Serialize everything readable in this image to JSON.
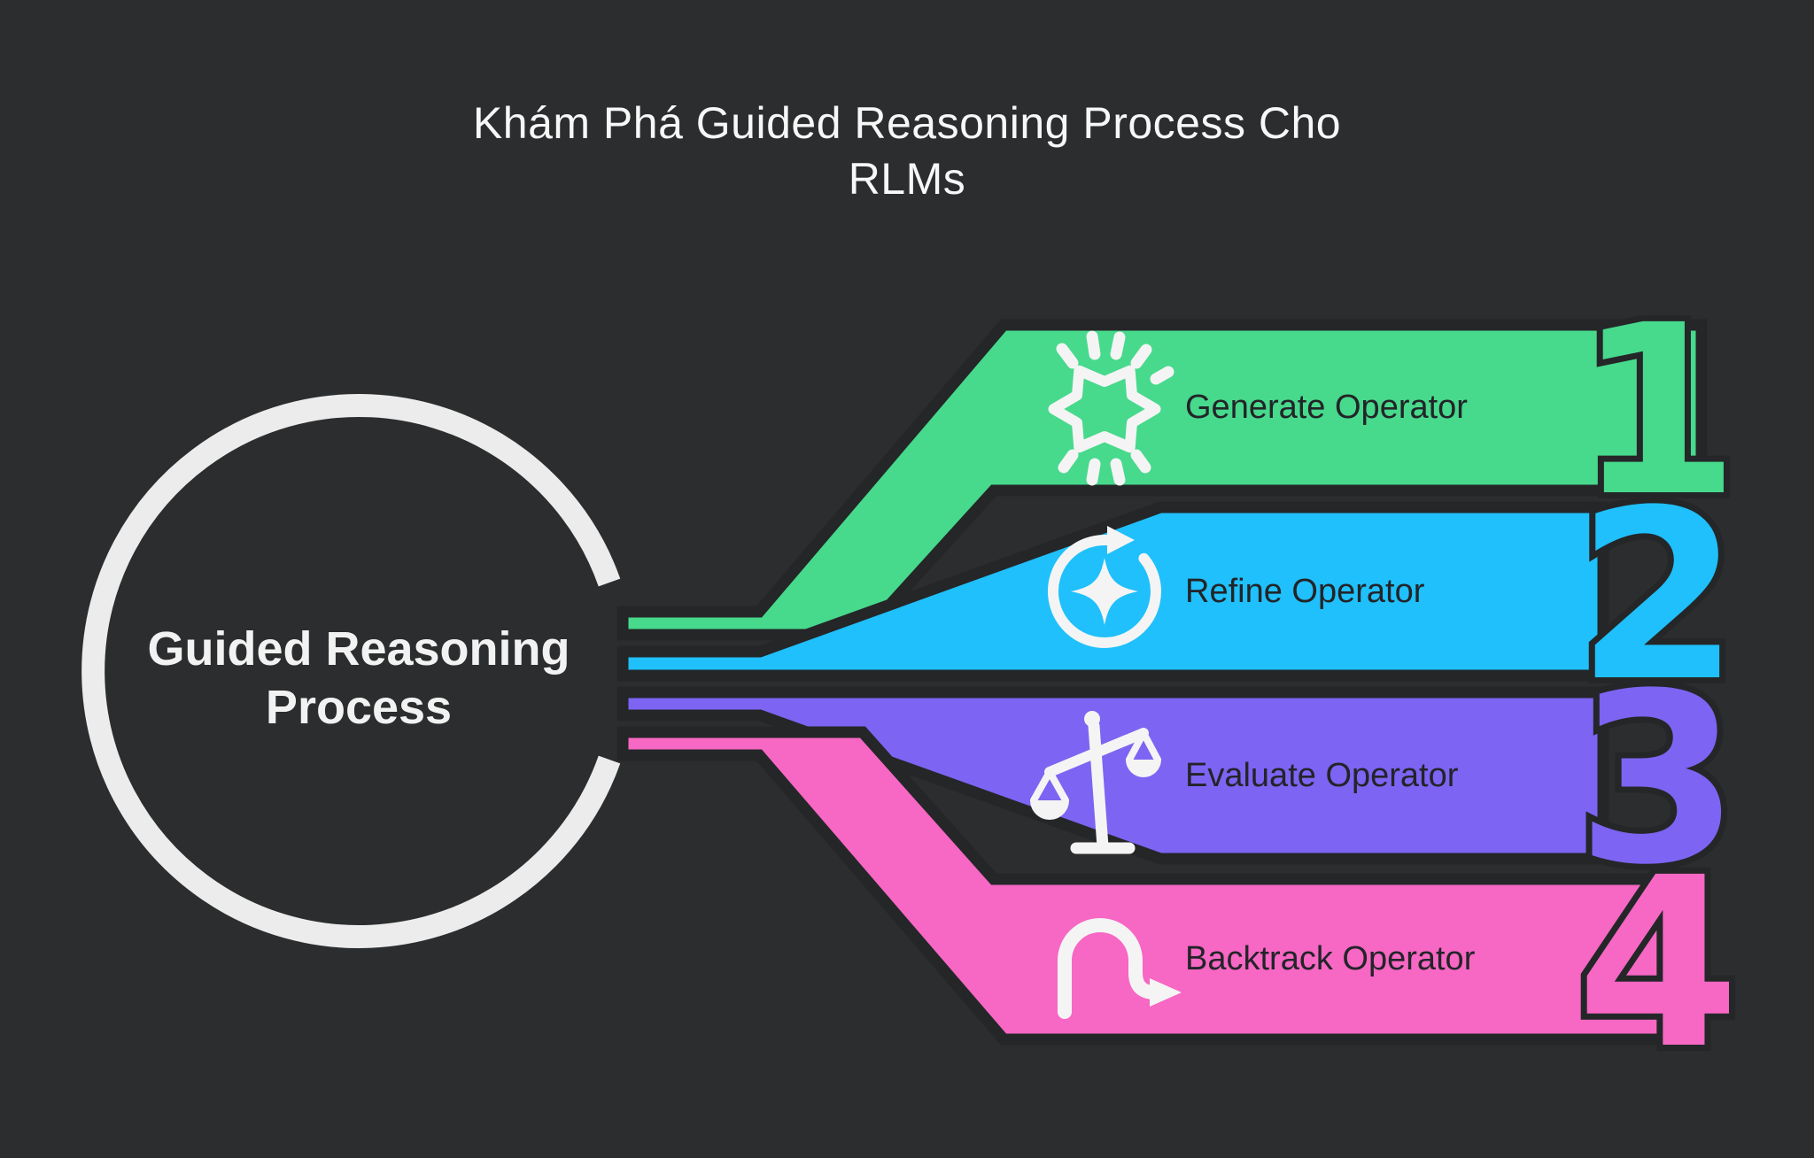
{
  "title": {
    "line1": "Khám Phá Guided Reasoning Process Cho",
    "line2": "RLMs"
  },
  "hub": {
    "line1": "Guided Reasoning",
    "line2": "Process"
  },
  "steps": [
    {
      "number": "1",
      "label": "Generate Operator",
      "icon": "splash-burst-icon",
      "color": "#47d98c"
    },
    {
      "number": "2",
      "label": "Refine Operator",
      "icon": "refresh-sparkle-icon",
      "color": "#1fc0fb"
    },
    {
      "number": "3",
      "label": "Evaluate Operator",
      "icon": "balance-scale-icon",
      "color": "#7d64f2"
    },
    {
      "number": "4",
      "label": "Backtrack Operator",
      "icon": "u-turn-arrow-icon",
      "color": "#f767c4"
    }
  ],
  "colors": {
    "background": "#2b2d2e",
    "outline": "#242628",
    "ring": "#ececec",
    "icon": "#f4f4f4",
    "title_text": "#f7f7f7",
    "hub_text": "#f2f2f2",
    "banner_text": "#232428"
  }
}
